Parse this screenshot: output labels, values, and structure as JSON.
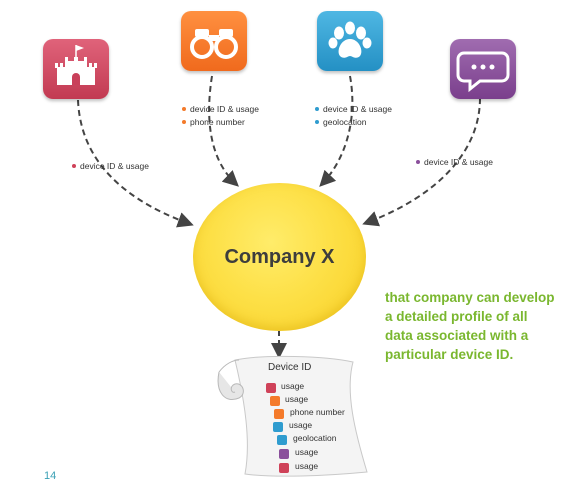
{
  "nodes": {
    "castle": {
      "color": "#cf4259",
      "labels": [
        "device ID & usage"
      ]
    },
    "binoculars": {
      "color": "#f47a2a",
      "labels": [
        "device ID & usage",
        "phone number"
      ]
    },
    "paw": {
      "color": "#2f9ccf",
      "labels": [
        "device ID & usage",
        "geolocation"
      ]
    },
    "chat": {
      "color": "#8a4f9b",
      "labels": [
        "device ID & usage"
      ]
    }
  },
  "center": {
    "label": "Company X",
    "color": "#fde047"
  },
  "callout": {
    "text": "that company can develop a detailed profile of all data associated with a particular device ID."
  },
  "scroll": {
    "title": "Device ID",
    "items": [
      {
        "text": "usage",
        "icon": "castle-icon",
        "color": "#cf4259"
      },
      {
        "text": "usage",
        "icon": "binoculars-icon",
        "color": "#f47a2a"
      },
      {
        "text": "phone number",
        "icon": "binoculars-icon",
        "color": "#f47a2a"
      },
      {
        "text": "usage",
        "icon": "paw-icon",
        "color": "#2f9ccf"
      },
      {
        "text": "geolocation",
        "icon": "paw-icon",
        "color": "#2f9ccf"
      },
      {
        "text": "usage",
        "icon": "chat-icon",
        "color": "#8a4f9b"
      },
      {
        "text": "usage",
        "icon": "castle-icon",
        "color": "#cf4259"
      }
    ]
  },
  "page_number": "14"
}
